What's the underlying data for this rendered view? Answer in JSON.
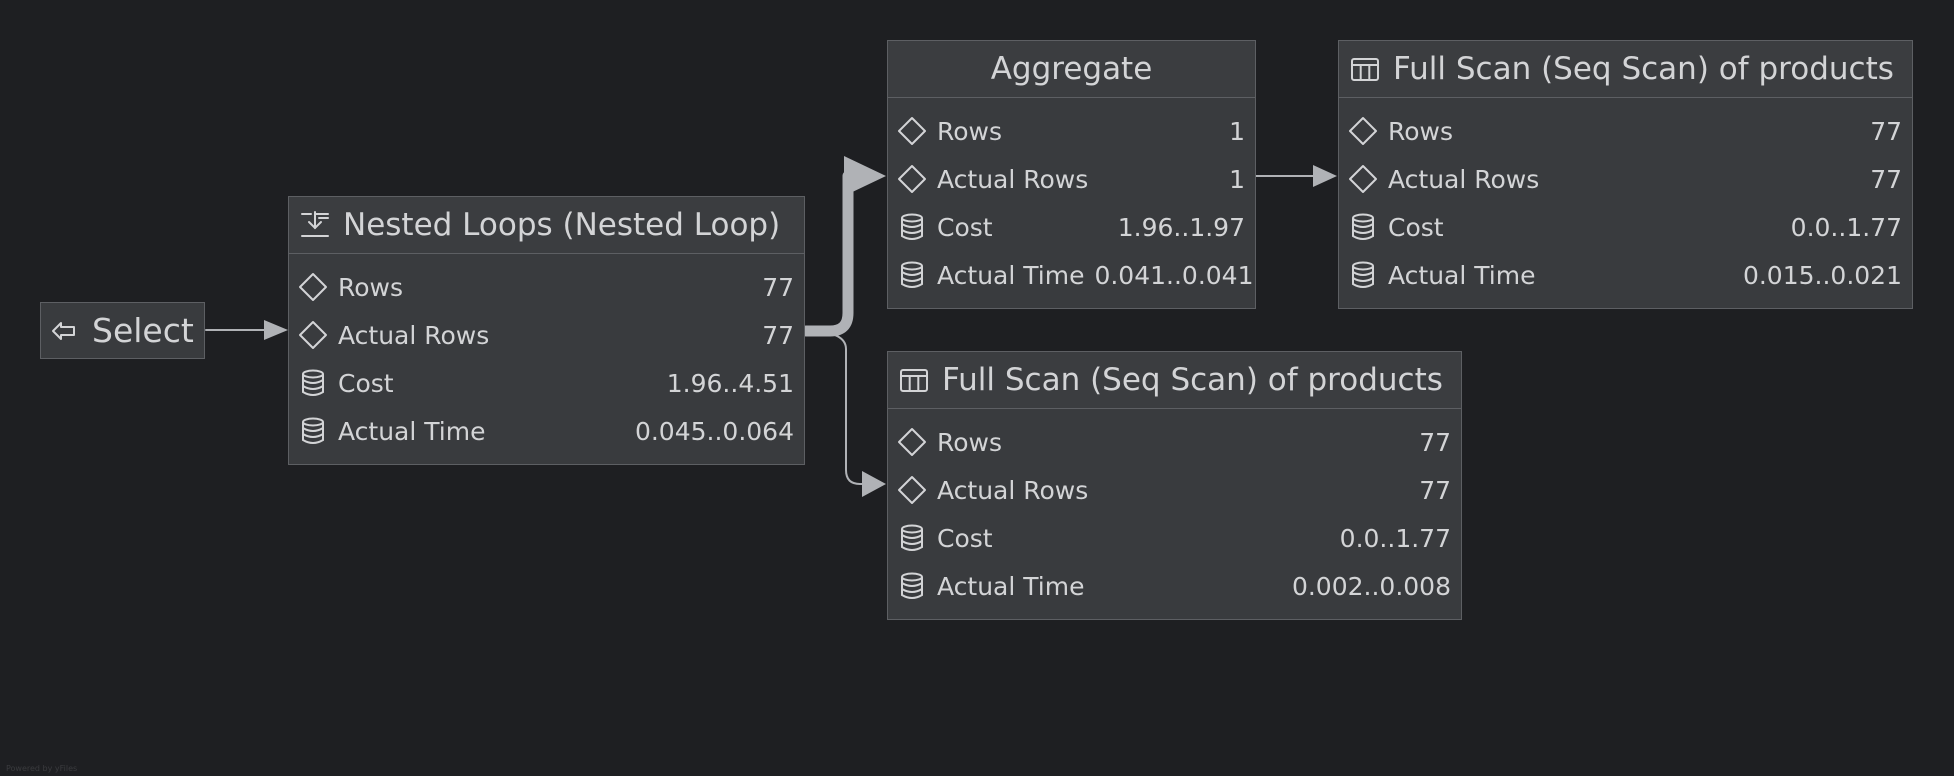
{
  "select": {
    "title": "Select",
    "icon": "select-icon"
  },
  "nested_loop": {
    "title": "Nested Loops (Nested Loop)",
    "icon": "nested-loop-icon",
    "rows": [
      {
        "icon": "diamond-icon",
        "label": "Rows",
        "value": "77"
      },
      {
        "icon": "diamond-icon",
        "label": "Actual Rows",
        "value": "77"
      },
      {
        "icon": "database-icon",
        "label": "Cost",
        "value": "1.96..4.51"
      },
      {
        "icon": "database-icon",
        "label": "Actual Time",
        "value": "0.045..0.064"
      }
    ]
  },
  "aggregate": {
    "title": "Aggregate",
    "rows": [
      {
        "icon": "diamond-icon",
        "label": "Rows",
        "value": "1"
      },
      {
        "icon": "diamond-icon",
        "label": "Actual Rows",
        "value": "1"
      },
      {
        "icon": "database-icon",
        "label": "Cost",
        "value": "1.96..1.97"
      },
      {
        "icon": "database-icon",
        "label": "Actual Time",
        "value": "0.041..0.041"
      }
    ]
  },
  "scan_top": {
    "title": "Full Scan (Seq Scan) of products",
    "icon": "table-icon",
    "rows": [
      {
        "icon": "diamond-icon",
        "label": "Rows",
        "value": "77"
      },
      {
        "icon": "diamond-icon",
        "label": "Actual Rows",
        "value": "77"
      },
      {
        "icon": "database-icon",
        "label": "Cost",
        "value": "0.0..1.77"
      },
      {
        "icon": "database-icon",
        "label": "Actual Time",
        "value": "0.015..0.021"
      }
    ]
  },
  "scan_bottom": {
    "title": "Full Scan (Seq Scan) of products",
    "icon": "table-icon",
    "rows": [
      {
        "icon": "diamond-icon",
        "label": "Rows",
        "value": "77"
      },
      {
        "icon": "diamond-icon",
        "label": "Actual Rows",
        "value": "77"
      },
      {
        "icon": "database-icon",
        "label": "Cost",
        "value": "0.0..1.77"
      },
      {
        "icon": "database-icon",
        "label": "Actual Time",
        "value": "0.002..0.008"
      }
    ]
  },
  "colors": {
    "background": "#1e1f22",
    "node_fill": "#393b3e",
    "node_border": "#5d5f63",
    "text": "#d3d4d6",
    "edge": "#b0b2b6"
  },
  "watermark": "Powered by yFiles"
}
